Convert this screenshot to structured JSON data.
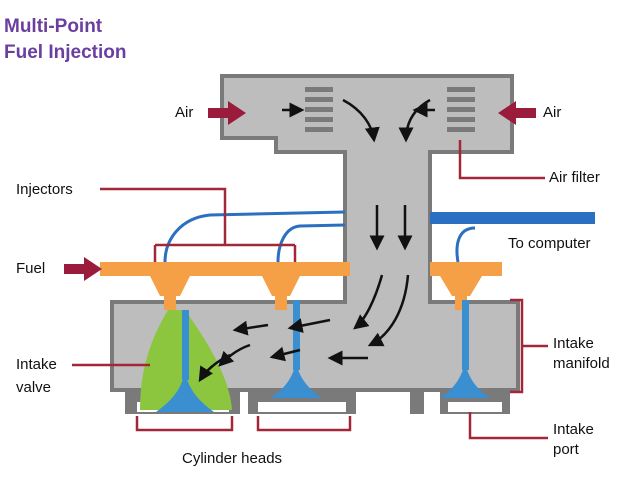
{
  "title": {
    "line1": "Multi-Point",
    "line2": "Fuel Injection"
  },
  "labels": {
    "air_left": "Air",
    "air_right": "Air",
    "air_filter": "Air filter",
    "injectors": "Injectors",
    "to_computer": "To computer",
    "fuel": "Fuel",
    "intake_valve_1": "Intake",
    "intake_valve_2": "valve",
    "intake_manifold_1": "Intake",
    "intake_manifold_2": "manifold",
    "cylinder_heads": "Cylinder heads",
    "intake_port_1": "Intake",
    "intake_port_2": "port"
  },
  "colors": {
    "title": "#6b3fa0",
    "body_gray": "#bdbdbd",
    "body_dark": "#7a7a7a",
    "fuel_orange": "#f5a047",
    "wire_blue": "#2a6fc0",
    "valve_blue": "#3a8fd0",
    "mixture_green": "#8cc63f",
    "leader_red": "#a1283b",
    "arrow_maroon": "#9b1b3c"
  }
}
